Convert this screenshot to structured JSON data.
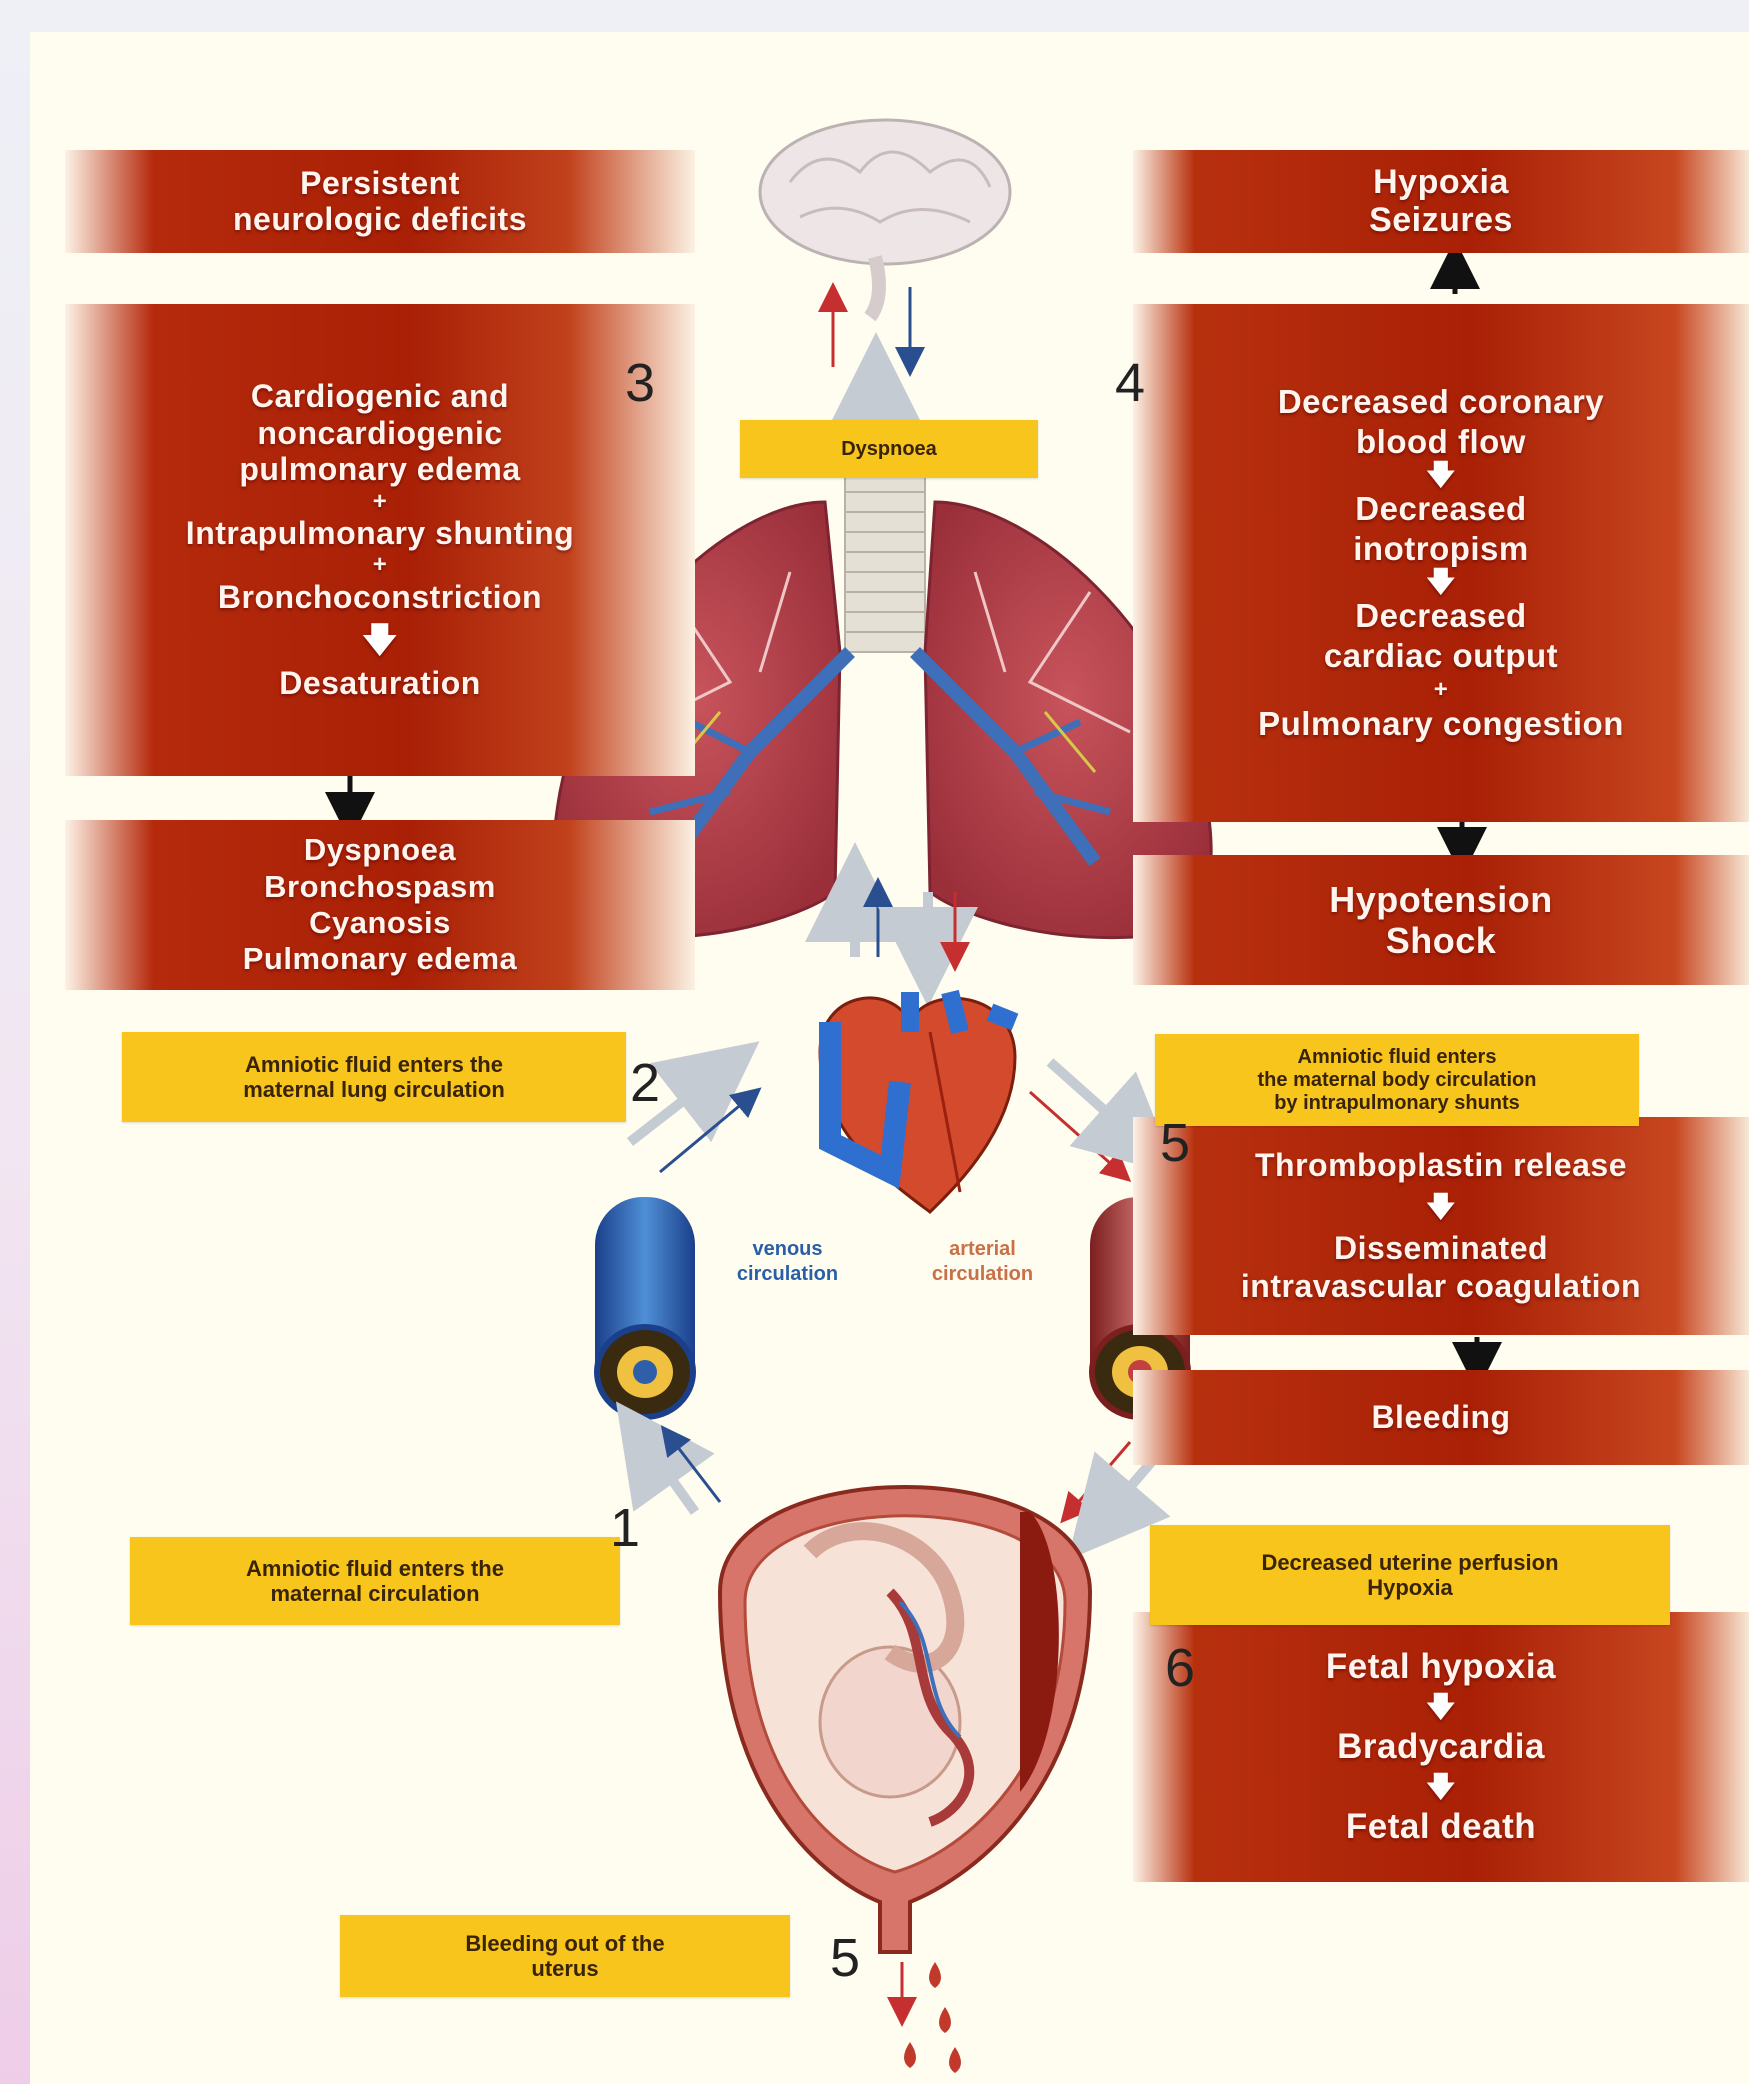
{
  "left_boxes": {
    "neuro": {
      "line1": "Persistent",
      "line2": "neurologic deficits"
    },
    "pulmonary": {
      "line1": "Cardiogenic and",
      "line2": "noncardiogenic",
      "line3": "pulmonary edema",
      "plus1": "+",
      "line4": "Intrapulmonary shunting",
      "plus2": "+",
      "line5": "Bronchoconstriction",
      "arrow": "🡇",
      "line6": "Desaturation"
    },
    "symptoms": {
      "line1": "Dyspnoea",
      "line2": "Bronchospasm",
      "line3": "Cyanosis",
      "line4": "Pulmonary edema"
    }
  },
  "right_boxes": {
    "hypoxia": {
      "line1": "Hypoxia",
      "line2": "Seizures"
    },
    "cardiac": {
      "line1": "Decreased coronary",
      "line2": "blood flow",
      "line3": "Decreased",
      "line4": "inotropism",
      "line5": "Decreased",
      "line6": "cardiac output",
      "plus": "+",
      "line7": "Pulmonary congestion"
    },
    "shock": {
      "line1": "Hypotension",
      "line2": "Shock"
    },
    "coag": {
      "line1": "Thromboplastin release",
      "line2": "Disseminated",
      "line3": "intravascular coagulation"
    },
    "bleeding": {
      "line1": "Bleeding"
    },
    "fetal": {
      "line1": "Fetal hypoxia",
      "line2": "Bradycardia",
      "line3": "Fetal death"
    }
  },
  "yellow_labels": {
    "dyspnoea": "Dyspnoea",
    "lung_circulation": {
      "line1": "Amniotic fluid enters the",
      "line2": "maternal lung circulation"
    },
    "body_circulation": {
      "line1": "Amniotic fluid enters",
      "line2": "the maternal body circulation",
      "line3": "by intrapulmonary shunts"
    },
    "maternal_circulation": {
      "line1": "Amniotic fluid enters the",
      "line2": "maternal circulation"
    },
    "uterine": {
      "line1": "Decreased uterine perfusion",
      "line2": "Hypoxia"
    },
    "bleeding_uterus": {
      "line1": "Bleeding out of the",
      "line2": "uterus"
    }
  },
  "circulation_labels": {
    "venous": {
      "line1": "venous",
      "line2": "circulation",
      "color": "#2a5fa8"
    },
    "arterial": {
      "line1": "arterial",
      "line2": "circulation",
      "color": "#c97048"
    }
  },
  "step_numbers": {
    "n1": "1",
    "n2": "2",
    "n3": "3",
    "n4": "4",
    "n5a": "5",
    "n5b": "5",
    "n6": "6"
  },
  "colors": {
    "banner_red": "#a92006",
    "label_yellow": "#f7c51c",
    "venous_blue": "#2a5fa8",
    "arterial_red": "#c0392b",
    "background": "#fffdf0"
  }
}
